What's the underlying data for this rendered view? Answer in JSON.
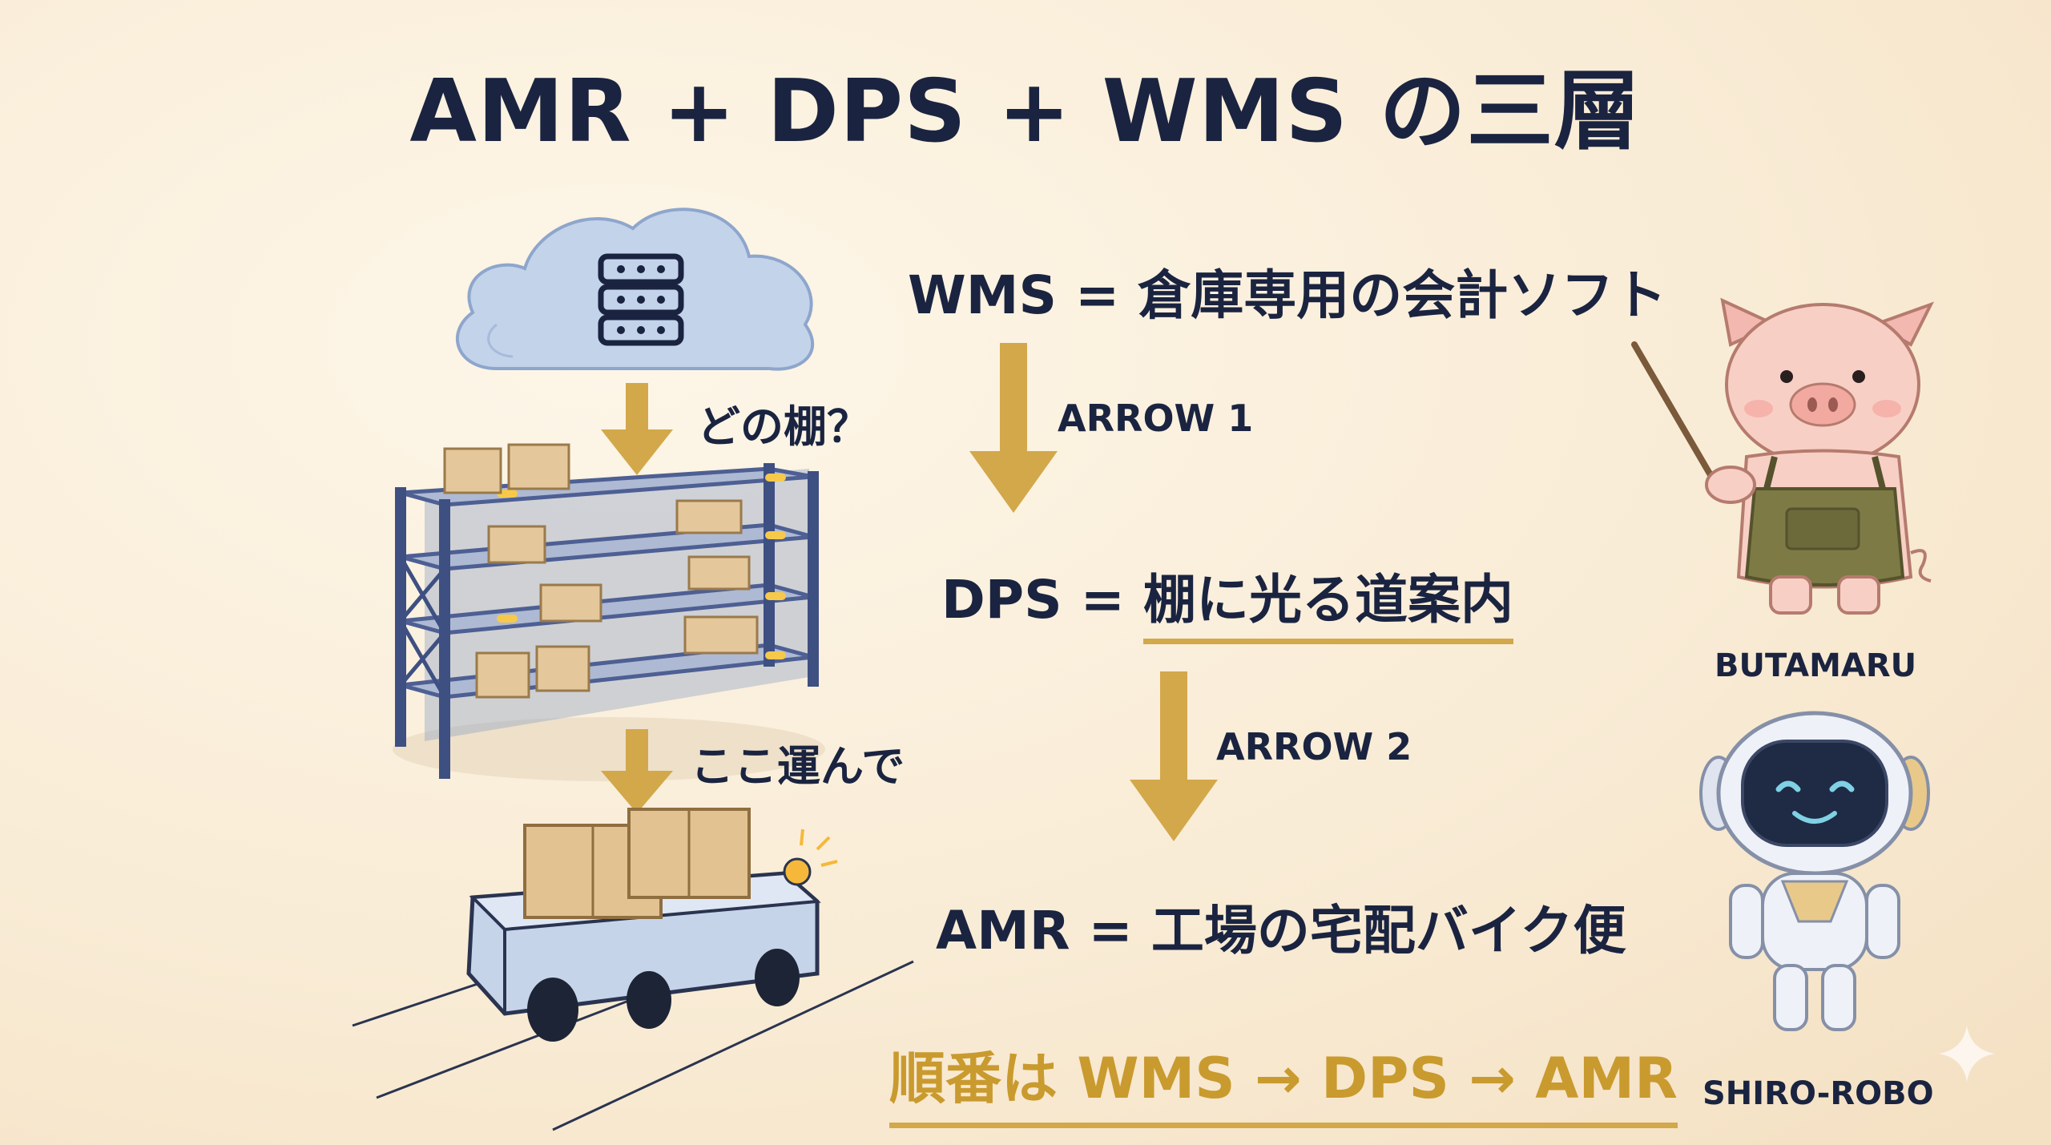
{
  "title": "AMR + DPS + WMS の三層",
  "labels": {
    "wms": "WMS = 倉庫専用の会計ソフト",
    "arrow1": "ARROW 1",
    "dps_prefix": "DPS = ",
    "dps_underlined": "棚に光る道案内",
    "arrow2": "ARROW 2",
    "amr": "AMR = 工場の宅配バイク便",
    "which_shelf": "どの棚？",
    "carry_here": "ここ運んで",
    "summary": "順番は WMS → DPS → AMR"
  },
  "characters": {
    "pig": "BUTAMARU",
    "robot": "SHIRO-ROBO"
  },
  "colors": {
    "navy": "#1a2440",
    "gold": "#d2a84a",
    "summary_gold": "#c99a2e",
    "cloud": "#b9cbe6",
    "shelf": "#4d5f93"
  }
}
